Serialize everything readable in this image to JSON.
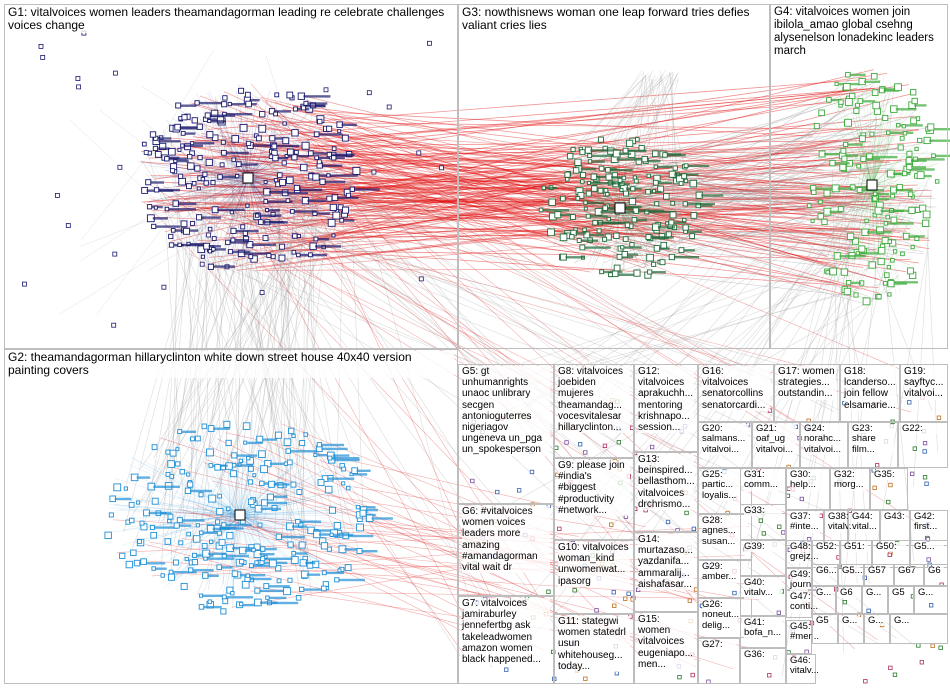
{
  "graph": {
    "colors": {
      "g1": "#1a1a6e",
      "g2": "#1f8fd6",
      "g3": "#1f6b3a",
      "g4": "#3caa3c",
      "edge_gray": "#9a9a9a",
      "edge_red": "#e01010",
      "border": "#bdbdbd"
    },
    "groups": [
      {
        "id": "G1",
        "label": "G1: vitalvoices women leaders theamandagorman leading re celebrate challenges voices change"
      },
      {
        "id": "G2",
        "label": "G2: theamandagorman hillaryclinton white down street house 40x40 version painting covers"
      },
      {
        "id": "G3",
        "label": "G3: nowthisnews woman one leap forward tries defies valiant cries lies"
      },
      {
        "id": "G4",
        "label": "G4: vitalvoices women join ibilola_amao global csehng alysenelson lonadekinc leaders march"
      },
      {
        "id": "G5",
        "label": "G5: gt unhumanrights unaoc unlibrary secgen antonioguterres nigeriagov ungeneva un_pga un_spokesperson"
      },
      {
        "id": "G6",
        "label": "G6: #vitalvoices women voices leaders more amazing #amandagorman vital wait dr"
      },
      {
        "id": "G7",
        "label": "G7: vitalvoices jamiraburley jennefertbg ask takeleadwomen amazon women black happened..."
      },
      {
        "id": "G8",
        "label": "G8: vitalvoices joebiden mujeres theamandag... vocesvitalesar hillaryclinton..."
      },
      {
        "id": "G9",
        "label": "G9: please join #india's #biggest #productivity #network..."
      },
      {
        "id": "G10",
        "label": "G10: vitalvoices woman_kind unwomenwat... ipasorg"
      },
      {
        "id": "G11",
        "label": "G11: stategwi women statedrl usun whitehouseg... today..."
      },
      {
        "id": "G12",
        "label": "G12: vitalvoices aprakuchh... mentoring krishnapo... session..."
      },
      {
        "id": "G13",
        "label": "G13: beinspired... bellasthom... vitalvoices drchrismo..."
      },
      {
        "id": "G14",
        "label": "G14: murtazaso... yazdanifa... ammaralij... aishafasar..."
      },
      {
        "id": "G15",
        "label": "G15: women vitalvoices eugeniapo... men..."
      },
      {
        "id": "G16",
        "label": "G16: vitalvoices senatorcollins senatorcardi..."
      },
      {
        "id": "G17",
        "label": "G17: women strategies... outstandin..."
      },
      {
        "id": "G18",
        "label": "G18: lcanderso... join fellow elsamarie..."
      },
      {
        "id": "G19",
        "label": "G19: sayftyc... vitalvoi..."
      },
      {
        "id": "G20",
        "label": "G20: salmans... vitalvoi..."
      },
      {
        "id": "G21",
        "label": "G21: oaf_ug vitalvoi..."
      },
      {
        "id": "G22",
        "label": "G22:"
      },
      {
        "id": "G23",
        "label": "G23: share film..."
      },
      {
        "id": "G24",
        "label": "G24: norahc... vitalvoi..."
      },
      {
        "id": "G25",
        "label": "G25: partic... loyalis..."
      },
      {
        "id": "G26",
        "label": "G26: noneut... delig..."
      },
      {
        "id": "G27",
        "label": "G27:"
      },
      {
        "id": "G28",
        "label": "G28: agnes... susan..."
      },
      {
        "id": "G29",
        "label": "G29: amber..."
      },
      {
        "id": "G30",
        "label": "G30: help..."
      },
      {
        "id": "G31",
        "label": "G31: comm..."
      },
      {
        "id": "G32",
        "label": "G32: morg..."
      },
      {
        "id": "G33",
        "label": "G33:"
      },
      {
        "id": "G35",
        "label": "G35:"
      },
      {
        "id": "G36",
        "label": "G36:"
      },
      {
        "id": "G37",
        "label": "G37: #inte..."
      },
      {
        "id": "G38",
        "label": "G38: vitalv..."
      },
      {
        "id": "G39",
        "label": "G39:"
      },
      {
        "id": "G40",
        "label": "G40: vitalv..."
      },
      {
        "id": "G41",
        "label": "G41: bofa_n..."
      },
      {
        "id": "G42",
        "label": "G42: first..."
      },
      {
        "id": "G43",
        "label": "G43:"
      },
      {
        "id": "G44",
        "label": "G44: vital..."
      },
      {
        "id": "G45",
        "label": "G45: #mer..."
      },
      {
        "id": "G46",
        "label": "G46: vitalv..."
      },
      {
        "id": "G47",
        "label": "G47: conti..."
      },
      {
        "id": "G48",
        "label": "G48: grejz..."
      },
      {
        "id": "G49",
        "label": "G49: journ..."
      },
      {
        "id": "G50",
        "label": "G50:"
      },
      {
        "id": "G51",
        "label": "G51:"
      },
      {
        "id": "G52",
        "label": "G52:"
      },
      {
        "id": "G57",
        "label": "G57"
      },
      {
        "id": "G67",
        "label": "G67"
      },
      {
        "id": "G5x",
        "label": "G5..."
      },
      {
        "id": "G6x",
        "label": "G6..."
      },
      {
        "id": "G5y",
        "label": "G5..."
      },
      {
        "id": "G6y",
        "label": "G6"
      },
      {
        "id": "G6z",
        "label": "G6"
      },
      {
        "id": "G5z",
        "label": "G5"
      },
      {
        "id": "G5w",
        "label": "G5"
      },
      {
        "id": "Gx1",
        "label": "G..."
      },
      {
        "id": "Gx2",
        "label": "G..."
      },
      {
        "id": "Gx3",
        "label": "G..."
      },
      {
        "id": "Gx4",
        "label": "G..."
      },
      {
        "id": "Gx5",
        "label": "G..."
      },
      {
        "id": "Gx6",
        "label": "G..."
      }
    ]
  }
}
